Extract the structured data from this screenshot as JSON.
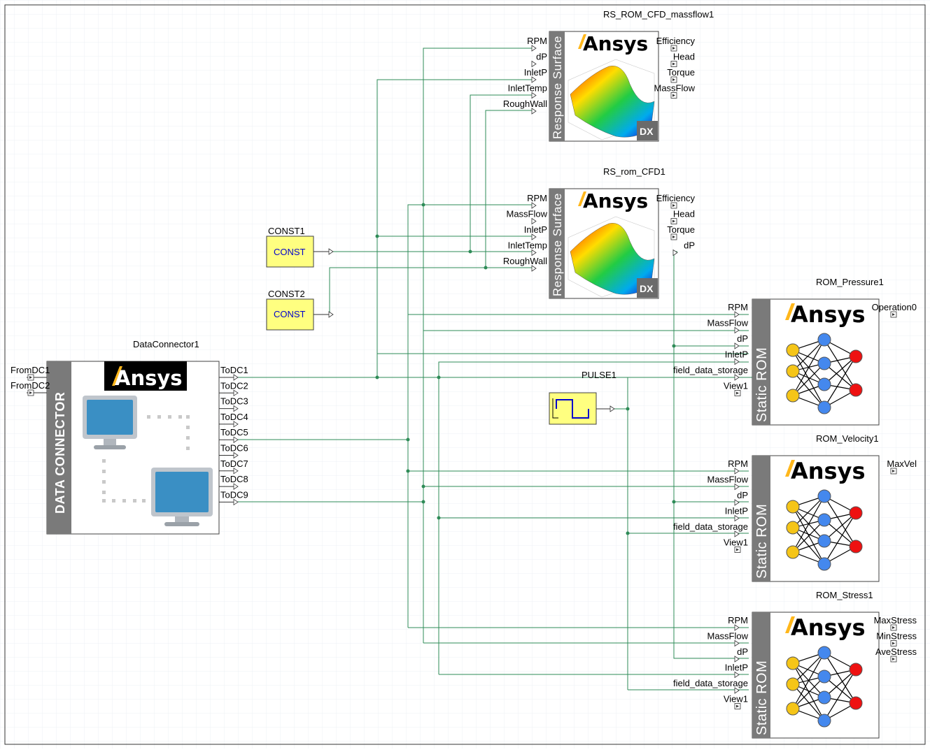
{
  "data_connector": {
    "name": "DataConnector1",
    "band": "DATA CONNECTOR",
    "logo": "Ansys",
    "inputs": [
      "FromDC1",
      "FromDC2"
    ],
    "outputs": [
      "ToDC1",
      "ToDC2",
      "ToDC3",
      "ToDC4",
      "ToDC5",
      "ToDC6",
      "ToDC7",
      "ToDC8",
      "ToDC9"
    ]
  },
  "const1": {
    "name": "CONST1",
    "text": "CONST"
  },
  "const2": {
    "name": "CONST2",
    "text": "CONST"
  },
  "pulse": {
    "name": "PULSE1"
  },
  "rs1": {
    "name": "RS_ROM_CFD_massflow1",
    "band": "Response Surface",
    "logo": "Ansys",
    "badge": "DX",
    "inputs": [
      "RPM",
      "dP",
      "InletP",
      "InletTemp",
      "RoughWall"
    ],
    "outputs": [
      "Efficiency",
      "Head",
      "Torque",
      "MassFlow"
    ]
  },
  "rs2": {
    "name": "RS_rom_CFD1",
    "band": "Response Surface",
    "logo": "Ansys",
    "badge": "DX",
    "inputs": [
      "RPM",
      "MassFlow",
      "InletP",
      "InletTemp",
      "RoughWall"
    ],
    "outputs": [
      "Efficiency",
      "Head",
      "Torque",
      "dP"
    ]
  },
  "rom1": {
    "name": "ROM_Pressure1",
    "band": "Static ROM",
    "logo": "Ansys",
    "inputs": [
      "RPM",
      "MassFlow",
      "dP",
      "InletP",
      "field_data_storage",
      "View1"
    ],
    "outputs": [
      "Operation0"
    ]
  },
  "rom2": {
    "name": "ROM_Velocity1",
    "band": "Static ROM",
    "logo": "Ansys",
    "inputs": [
      "RPM",
      "MassFlow",
      "dP",
      "InletP",
      "field_data_storage",
      "View1"
    ],
    "outputs": [
      "MaxVel"
    ]
  },
  "rom3": {
    "name": "ROM_Stress1",
    "band": "Static ROM",
    "logo": "Ansys",
    "inputs": [
      "RPM",
      "MassFlow",
      "dP",
      "InletP",
      "field_data_storage",
      "View1"
    ],
    "outputs": [
      "MaxStress",
      "MinStress",
      "AveStress"
    ]
  },
  "colors": {
    "wire": "#2e8b57",
    "const_fill": "#ffff80",
    "band": "#7a7a7a",
    "logo_accent": "#ffb71b"
  }
}
